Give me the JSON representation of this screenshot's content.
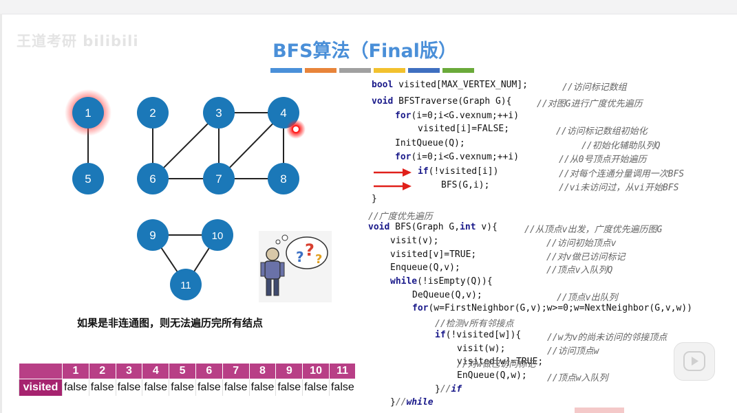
{
  "slide": {
    "title": "BFS算法（Final版）",
    "watermark": "王道考研 bilibili",
    "caption": "如果是非连通图，则无法遍历完所有结点",
    "stripe_colors": [
      "#4a90d9",
      "#e8843a",
      "#a0a0a0",
      "#f2c12e",
      "#3f6fc0",
      "#6aaa3a"
    ]
  },
  "graph": {
    "nodes": [
      {
        "id": "1",
        "label": "1",
        "highlight": true
      },
      {
        "id": "2",
        "label": "2"
      },
      {
        "id": "3",
        "label": "3"
      },
      {
        "id": "4",
        "label": "4"
      },
      {
        "id": "5",
        "label": "5"
      },
      {
        "id": "6",
        "label": "6"
      },
      {
        "id": "7",
        "label": "7"
      },
      {
        "id": "8",
        "label": "8"
      },
      {
        "id": "9",
        "label": "9"
      },
      {
        "id": "10",
        "label": "10"
      },
      {
        "id": "11",
        "label": "11"
      }
    ],
    "node_color": "#1b78b8",
    "highlight_color": "#f04040"
  },
  "code": {
    "lines": [
      {
        "t": "bool visited[MAX_VERTEX_NUM];",
        "c": "//访问标记数组"
      },
      {
        "t": "void BFSTraverse(Graph G){",
        "c": "//对图G进行广度优先遍历"
      },
      {
        "t": "for(i=0;i<G.vexnum;++i)",
        "c": ""
      },
      {
        "t": "visited[i]=FALSE;",
        "c": "//访问标记数组初始化"
      },
      {
        "t": "InitQueue(Q);",
        "c": "//初始化辅助队列Q"
      },
      {
        "t": "for(i=0;i<G.vexnum;++i)",
        "c": "//从0号顶点开始遍历"
      },
      {
        "t": "if(!visited[i])",
        "c": "//对每个连通分量调用一次BFS"
      },
      {
        "t": "BFS(G,i);",
        "c": "//vi未访问过，从vi开始BFS"
      },
      {
        "t": "}",
        "c": ""
      },
      {
        "t": "//广度优先遍历",
        "c": ""
      },
      {
        "t": "void BFS(Graph G,int v){",
        "c": "//从顶点v出发，广度优先遍历图G"
      },
      {
        "t": "visit(v);",
        "c": "//访问初始顶点v"
      },
      {
        "t": "visited[v]=TRUE;",
        "c": "//对v做已访问标记"
      },
      {
        "t": "Enqueue(Q,v);",
        "c": "//顶点v入队列Q"
      },
      {
        "t": "while(!isEmpty(Q)){",
        "c": ""
      },
      {
        "t": "DeQueue(Q,v);",
        "c": "//顶点v出队列"
      },
      {
        "t": "for(w=FirstNeighbor(G,v);w>=0;w=NextNeighbor(G,v,w))",
        "c": ""
      },
      {
        "t": "//检测v所有邻接点",
        "c": ""
      },
      {
        "t": "if(!visited[w]){",
        "c": "//w为v的尚未访问的邻接顶点"
      },
      {
        "t": "visit(w);",
        "c": "//访问顶点w"
      },
      {
        "t": "visited[w]=TRUE;",
        "c": "//对w做已访问标记"
      },
      {
        "t": "EnQueue(Q,w);",
        "c": "//顶点w入队列"
      },
      {
        "t": "}//if",
        "c": ""
      },
      {
        "t": "}//while",
        "c": ""
      }
    ]
  },
  "visited_table": {
    "row_label": "visited",
    "headers": [
      "1",
      "2",
      "3",
      "4",
      "5",
      "6",
      "7",
      "8",
      "9",
      "10",
      "11"
    ],
    "values": [
      "false",
      "false",
      "false",
      "false",
      "false",
      "false",
      "false",
      "false",
      "false",
      "false",
      "false"
    ],
    "header_color": "#b83f86"
  }
}
